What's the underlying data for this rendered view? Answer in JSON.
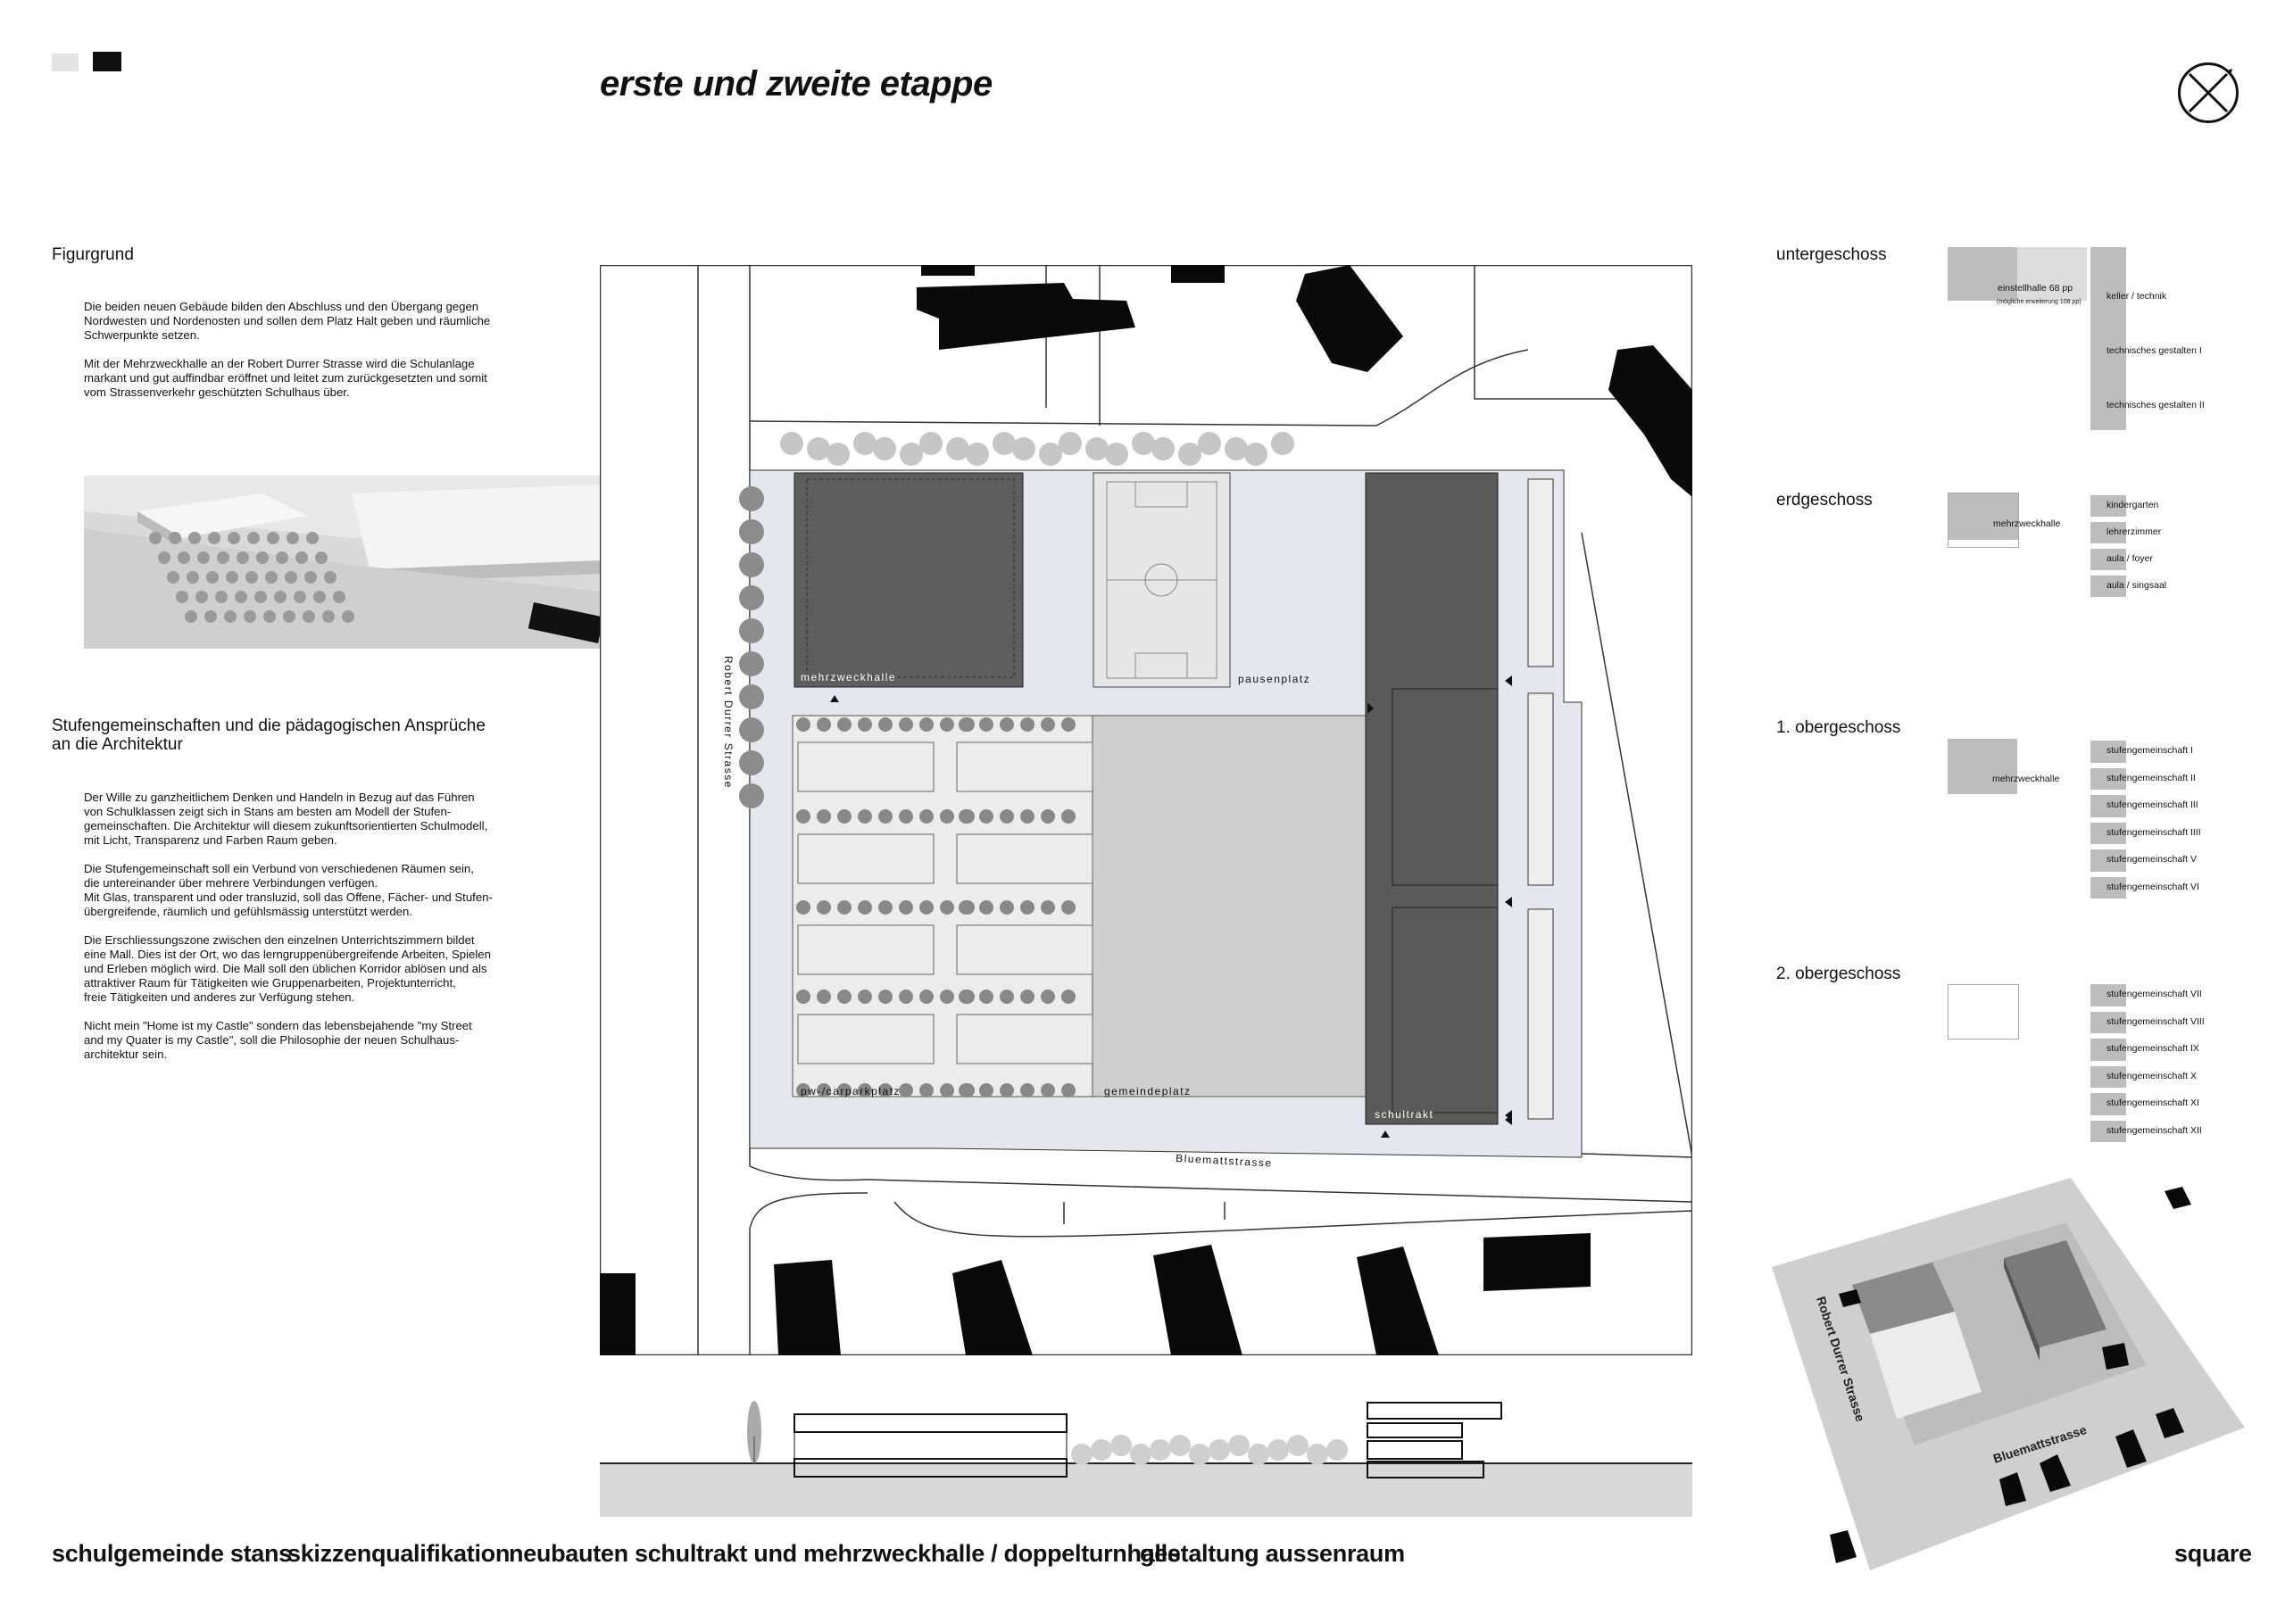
{
  "sheet": {
    "title": "erste und zweite etappe"
  },
  "left": {
    "figurgrund": {
      "heading": "Figurgrund",
      "text": "Die beiden neuen Gebäude bilden den Abschluss und den Übergang gegen\nNordwesten und Nordenosten und sollen dem Platz Halt geben und räumliche\nSchwerpunkte setzen.\n\nMit der Mehrzweckhalle an der Robert Durrer Strasse wird die Schulanlage\nmarkant und gut auffindbar eröffnet und leitet zum zurückgesetzten und somit\nvom Strassenverkehr geschützten Schulhaus über."
    },
    "stufen": {
      "heading": "Stufengemeinschaften und die pädagogischen Ansprüche\nan die Architektur",
      "text": "Der Wille zu ganzheitlichem Denken und Handeln in Bezug auf das Führen\nvon Schulklassen zeigt sich in Stans am besten am Modell der Stufen-\ngemeinschaften. Die Architektur will diesem zukunftsorientierten Schulmodell,\nmit Licht, Transparenz und Farben Raum geben.\n\nDie Stufengemeinschaft soll ein Verbund von verschiedenen Räumen sein,\ndie untereinander über mehrere Verbindungen verfügen.\nMit Glas, transparent und oder transluzid, soll das Offene, Fächer- und Stufen-\nübergreifende, räumlich und gefühlsmässig unterstützt werden.\n\nDie Erschliessungszone zwischen den einzelnen Unterrichtszimmern bildet\neine Mall. Dies ist der Ort, wo das lerngruppenübergreifende Arbeiten, Spielen\nund Erleben möglich wird. Die Mall soll den üblichen Korridor ablösen und als\nattraktiver Raum für Tätigkeiten wie Gruppenarbeiten, Projektunterricht,\nfreie Tätigkeiten und anderes zur Verfügung stehen.\n\nNicht mein \"Home ist my Castle\" sondern das lebensbejahende \"my Street\nand my Quater is my Castle\", soll die Philosophie der neuen Schulhaus-\narchitektur sein."
    }
  },
  "plan": {
    "street_west": "Robert Durrer Strasse",
    "street_south": "Bluemattstrasse",
    "labels": {
      "mehrzweckhalle": "mehrzweckhalle",
      "pausenplatz": "pausenplatz",
      "carpark": "pw-/carparkplatz",
      "gemeindeplatz": "gemeindeplatz",
      "schultrakt": "schultrakt"
    }
  },
  "levels": {
    "untergeschoss": {
      "title": "untergeschoss",
      "einstellhalle": "einstellhalle 68 pp",
      "einstellhalle_note": "(mögliche erweiterung 108 pp)",
      "rooms": [
        "keller / technik",
        "technisches gestalten I",
        "technisches gestalten II"
      ]
    },
    "erdgeschoss": {
      "title": "erdgeschoss",
      "hall": "mehrzweckhalle",
      "rooms": [
        "kindergarten",
        "lehrerzimmer",
        "aula / foyer",
        "aula / singsaal"
      ]
    },
    "og1": {
      "title": "1. obergeschoss",
      "hall": "mehrzweckhalle",
      "rooms": [
        "stufengemeinschaft I",
        "stufengemeinschaft II",
        "stufengemeinschaft III",
        "stufengemeinschaft IIII",
        "stufengemeinschaft V",
        "stufengemeinschaft VI"
      ]
    },
    "og2": {
      "title": "2. obergeschoss",
      "rooms": [
        "stufengemeinschaft VII",
        "stufengemeinschaft VIII",
        "stufengemeinschaft IX",
        "stufengemeinschaft X",
        "stufengemeinschaft XI",
        "stufengemeinschaft XII"
      ]
    }
  },
  "axo": {
    "street_west": "Robert Durrer Strasse",
    "street_south": "Bluemattstrasse"
  },
  "footer": {
    "client": "schulgemeinde stans",
    "phase": "skizzenqualifikation",
    "project": "neubauten schultrakt und mehrzweckhalle / doppelturnhalle",
    "landscape": "gestaltung aussenraum",
    "author": "square"
  }
}
